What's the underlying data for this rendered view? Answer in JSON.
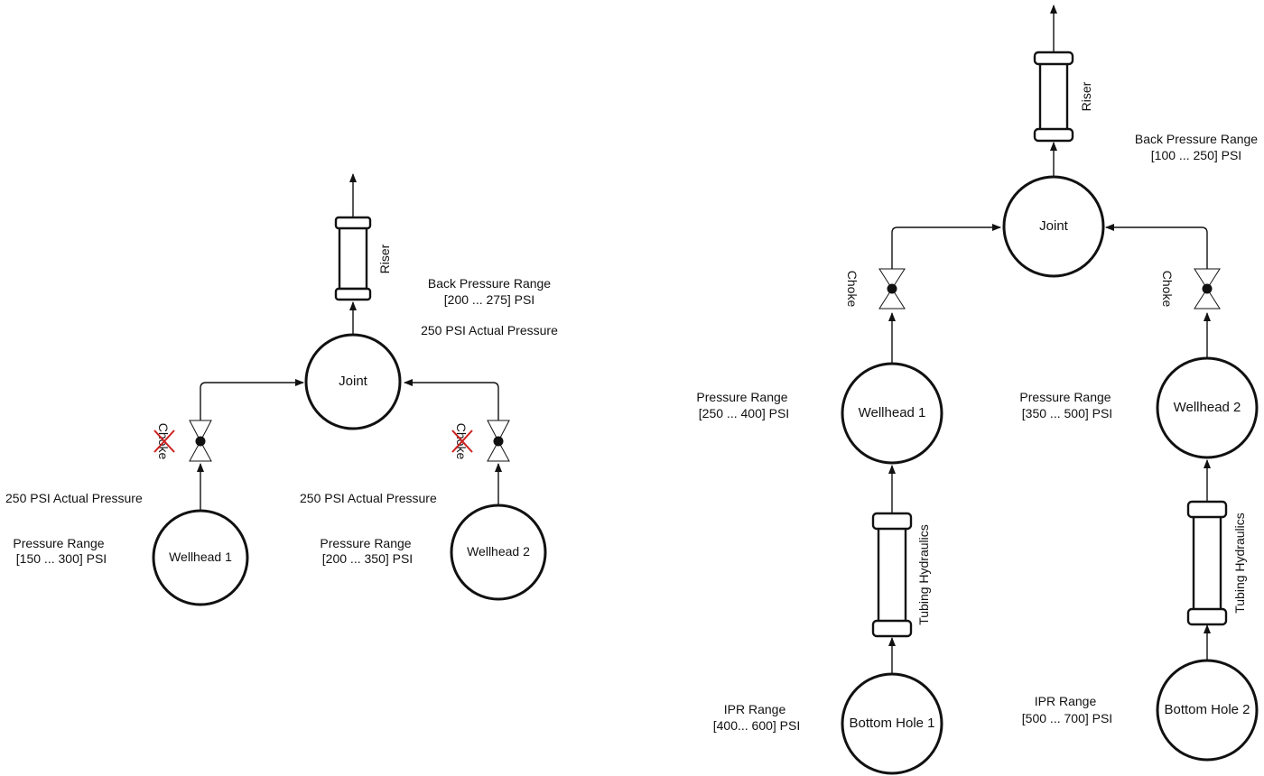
{
  "left_diagram": {
    "riser_label": "Riser",
    "joint_label": "Joint",
    "back_pressure": {
      "title": "Back Pressure Range",
      "range": "[200  ... 275] PSI"
    },
    "joint_actual": "250 PSI Actual Pressure",
    "wellhead1": {
      "label": "Wellhead 1",
      "actual": "250 PSI Actual Pressure",
      "range_title": "Pressure Range",
      "range": "[150  ...  300] PSI"
    },
    "wellhead2": {
      "label": "Wellhead 2",
      "actual": "250 PSI Actual Pressure",
      "range_title": "Pressure Range",
      "range": "[200  ... 350] PSI"
    },
    "choke_label": "Choke",
    "choke_status": "crossed-out"
  },
  "right_diagram": {
    "riser_label": "Riser",
    "joint_label": "Joint",
    "back_pressure": {
      "title": "Back Pressure Range",
      "range": "[100  ... 250]  PSI"
    },
    "choke_label": "Choke",
    "tubing_label": "Tubing Hydraulics",
    "wellhead1": {
      "label": "Wellhead 1",
      "range_title": "Pressure Range",
      "range": "[250  ...  400] PSI"
    },
    "wellhead2": {
      "label": "Wellhead 2",
      "range_title": "Pressure Range",
      "range": "[350  ... 500] PSI"
    },
    "bottom1": {
      "label": "Bottom Hole 1",
      "range_title": "IPR Range",
      "range": "[400...  600] PSI"
    },
    "bottom2": {
      "label": "Bottom Hole 2",
      "range_title": "IPR Range",
      "range": "[500 ...  700] PSI"
    }
  }
}
